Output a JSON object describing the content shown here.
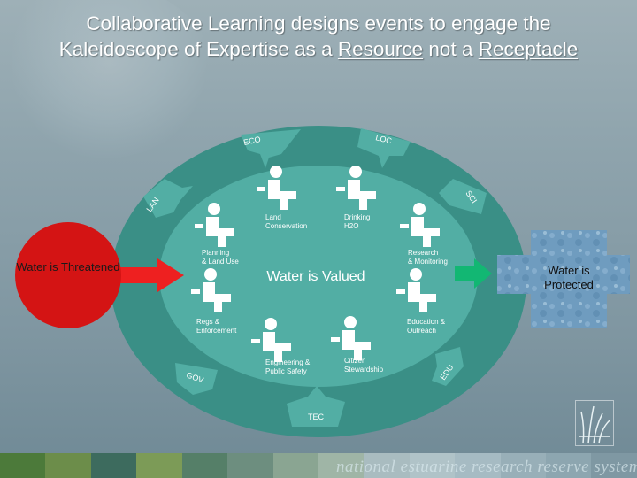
{
  "title": {
    "line1": "Collaborative Learning designs events to engage the",
    "line2_prefix": "Kaleidoscope of Expertise as a ",
    "word_resource": "Resource",
    "line2_middle": " not a ",
    "word_receptacle": "Receptacle"
  },
  "center_text": "Water is Valued",
  "threatened_label": "Water is Threatened",
  "protected_label": "Water is Protected",
  "sectors": {
    "eco": "ECO",
    "loc": "LOC",
    "sci": "SCI",
    "lan": "LAN",
    "gov": "GOV",
    "edu": "EDU",
    "tec": "TEC"
  },
  "people": [
    {
      "line1": "Land",
      "line2": "Conservation"
    },
    {
      "line1": "Drinking",
      "line2": "H2O"
    },
    {
      "line1": "Planning",
      "line2": "& Land Use"
    },
    {
      "line1": "Research",
      "line2": "& Monitoring"
    },
    {
      "line1": "Regs &",
      "line2": "Enforcement"
    },
    {
      "line1": "Education &",
      "line2": "Outreach"
    },
    {
      "line1": "Engineering &",
      "line2": "Public Safety"
    },
    {
      "line1": "Citizen",
      "line2": "Stewardship"
    }
  ],
  "footer_text": "national estuarine research reserve system",
  "colors": {
    "outer_ellipse": "#3a8f86",
    "inner_ellipse": "#52aea4",
    "red_circle": "#d41414",
    "red_arrow": "#ee2020",
    "green_arrow": "#12b773",
    "water_blue": "#6f9cbf",
    "person_fill": "#ffffff"
  }
}
